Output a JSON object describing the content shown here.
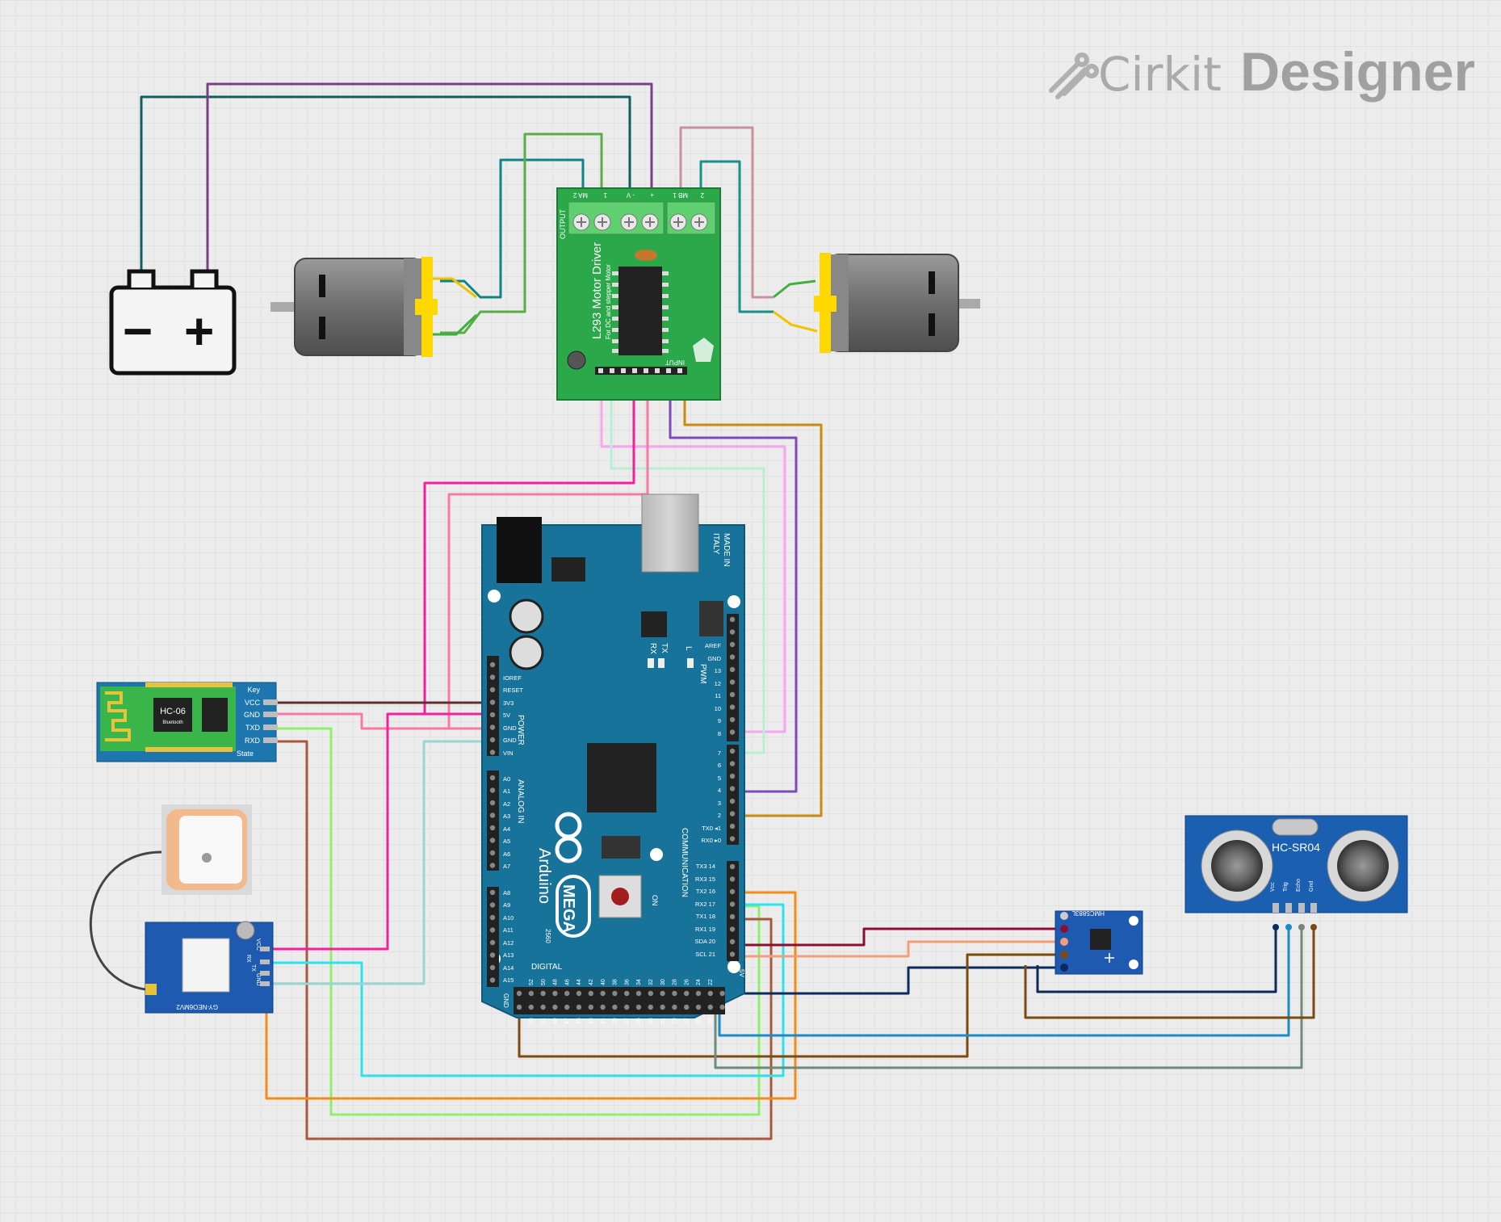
{
  "brand": {
    "name": "Cirkit",
    "product": "Designer"
  },
  "battery": {
    "minus": "−",
    "plus": "+"
  },
  "motor_driver": {
    "title": "L293 Motor Driver",
    "subtitle": "For DC and stepper Motor",
    "output_label": "OUTPUT",
    "input_label": "INPUT",
    "terminals": [
      "MA 2",
      "1",
      "- V",
      "+",
      "MB 1",
      "2"
    ]
  },
  "bluetooth": {
    "name": "HC-06",
    "sub": "Bluetooth",
    "pins": [
      "Key",
      "VCC",
      "GND",
      "TXD",
      "RXD",
      "State"
    ]
  },
  "gps": {
    "label": "GY-NEO6MV2",
    "pins": [
      "VCC",
      "RX",
      "TX",
      "GND"
    ]
  },
  "compass": {
    "label": "HMC5883L"
  },
  "ultrasonic": {
    "name": "HC-SR04",
    "pins": [
      "Vcc",
      "Trig",
      "Echo",
      "Gnd"
    ]
  },
  "arduino": {
    "brand": "Arduino",
    "model": "MEGA",
    "model_no": "2560",
    "made_in": "MADE IN",
    "country": "ITALY",
    "power_label": "POWER",
    "analog_label": "ANALOG IN",
    "digital_label": "DIGITAL",
    "comm_label": "COMMUNICATION",
    "pwm_label": "PWM",
    "led_tx": "TX",
    "led_rx": "RX",
    "led_l": "L",
    "on_label": "ON",
    "power_pins": [
      "IOREF",
      "RESET",
      "3V3",
      "5V",
      "GND",
      "GND",
      "VIN"
    ],
    "analog_pins_1": [
      "A0",
      "A1",
      "A2",
      "A3",
      "A4",
      "A5",
      "A6",
      "A7"
    ],
    "analog_pins_2": [
      "A8",
      "A9",
      "A10",
      "A11",
      "A12",
      "A13",
      "A14",
      "A15"
    ],
    "pwm_pins": [
      "AREF",
      "GND",
      "13",
      "12",
      "11",
      "10",
      "9",
      "8"
    ],
    "pwm_pins_2": [
      "7",
      "6",
      "5",
      "4",
      "3",
      "2",
      "TX0 ◂1",
      "RX0 ▸0"
    ],
    "comm_pins": [
      "TX3 14",
      "RX3 15",
      "TX2 16",
      "RX2 17",
      "TX1 18",
      "RX1 19",
      "SDA 20",
      "SCL 21"
    ],
    "digital_top": [
      "52",
      "50",
      "48",
      "46",
      "44",
      "42",
      "40",
      "38",
      "36",
      "34",
      "32",
      "30",
      "28",
      "26",
      "24",
      "22"
    ],
    "digital_bottom": [
      "53",
      "51",
      "49",
      "47",
      "45",
      "43",
      "41",
      "39",
      "37",
      "35",
      "33",
      "31",
      "29",
      "27",
      "25",
      "23"
    ],
    "gnd_label": "GND",
    "v5_label": "5V"
  },
  "colors": {
    "background": "#ececec",
    "grid": "#d9d9d9",
    "arduino_board": "#177399",
    "driver_board": "#2aa84a",
    "terminal": "#5fcf6f",
    "bt_board": "#1d77ae",
    "bt_pcb": "#39b54a",
    "gps_board": "#1e5bb0",
    "hcsr04_board": "#1b5fb0",
    "motor_yellow": "#ffd800"
  }
}
